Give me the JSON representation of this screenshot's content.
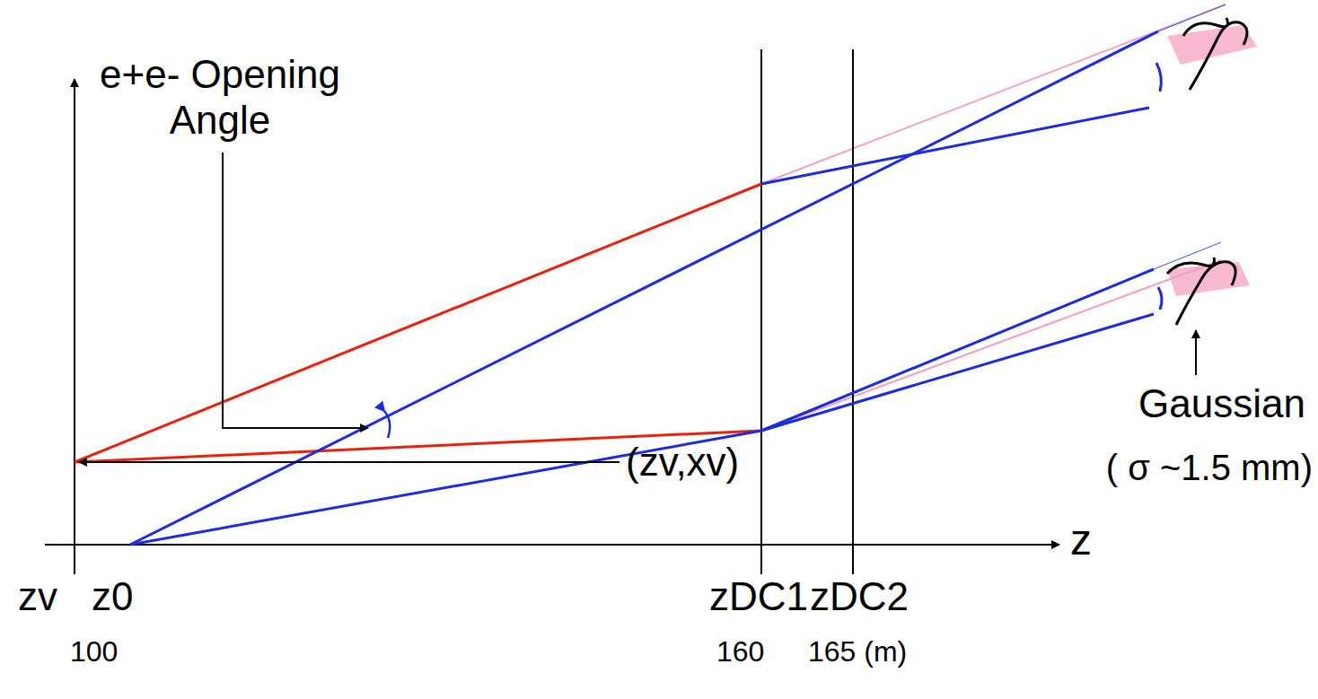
{
  "diagram": {
    "labels": [
      "e+e- Opening Angle",
      "(zv,xv)",
      "Gaussian",
      "( σ ~1.5 mm)",
      "z",
      "zv",
      "z0",
      "zDC1",
      "zDC2",
      "100",
      "160",
      "165 (m)"
    ]
  }
}
